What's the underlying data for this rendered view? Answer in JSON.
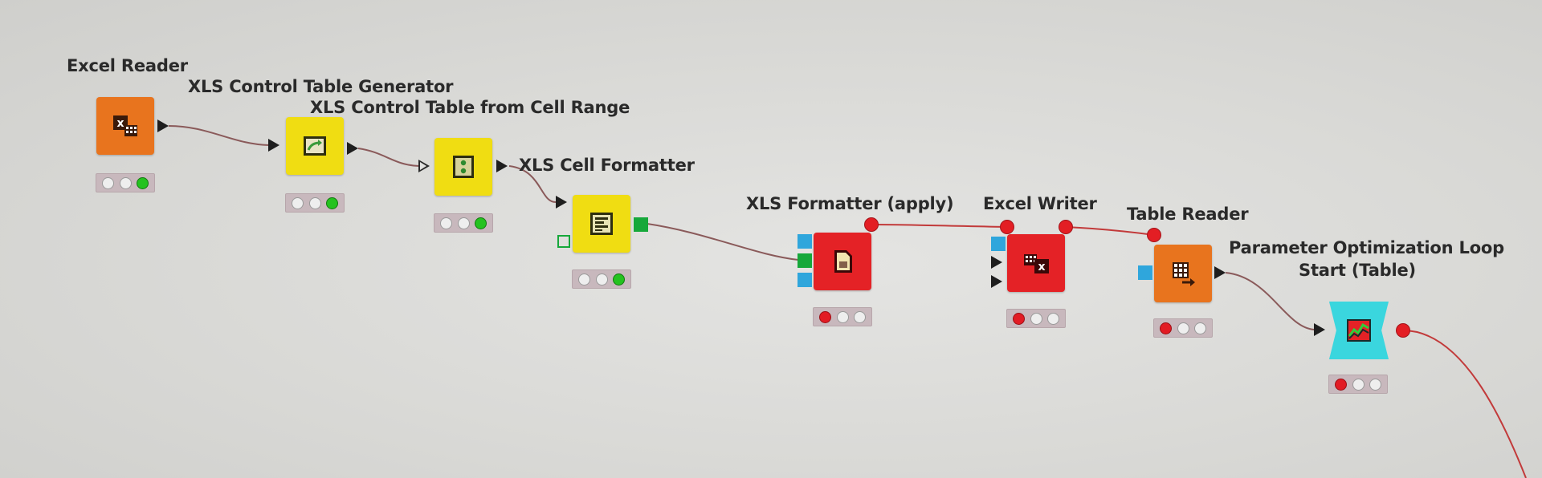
{
  "colors": {
    "source_node": "#e8741e",
    "manipulator_node": "#f0dd12",
    "sink_node": "#e42226",
    "loop_node": "#3ad6de",
    "connection": "#8a5a5a",
    "variable_connection": "#c23a3a",
    "table_port": "#1e1e1e",
    "xls_port_blue": "#2fa6dc",
    "xls_port_green": "#16a83a",
    "flow_variable_port": "#e31e24"
  },
  "nodes": [
    {
      "id": "excel-reader",
      "label": "Excel Reader",
      "icon": "excel-reader-icon",
      "status": "executed"
    },
    {
      "id": "xls-control-table-generator",
      "label": "XLS Control Table Generator",
      "icon": "control-table-generator-icon",
      "status": "executed"
    },
    {
      "id": "xls-control-table-from-cell-range",
      "label": "XLS Control Table from Cell Range",
      "icon": "cell-range-icon",
      "status": "executed"
    },
    {
      "id": "xls-cell-formatter",
      "label": "XLS Cell Formatter",
      "icon": "cell-formatter-icon",
      "status": "executed"
    },
    {
      "id": "xls-formatter-apply",
      "label": "XLS Formatter (apply)",
      "icon": "formatter-apply-icon",
      "status": "not-configured"
    },
    {
      "id": "excel-writer",
      "label": "Excel Writer",
      "icon": "excel-writer-icon",
      "status": "not-configured"
    },
    {
      "id": "table-reader",
      "label": "Table Reader",
      "icon": "table-reader-icon",
      "status": "not-configured"
    },
    {
      "id": "parameter-optimization-loop-start",
      "label_line1": "Parameter Optimization Loop",
      "label_line2": "Start (Table)",
      "icon": "optimization-loop-icon",
      "status": "not-configured"
    }
  ]
}
